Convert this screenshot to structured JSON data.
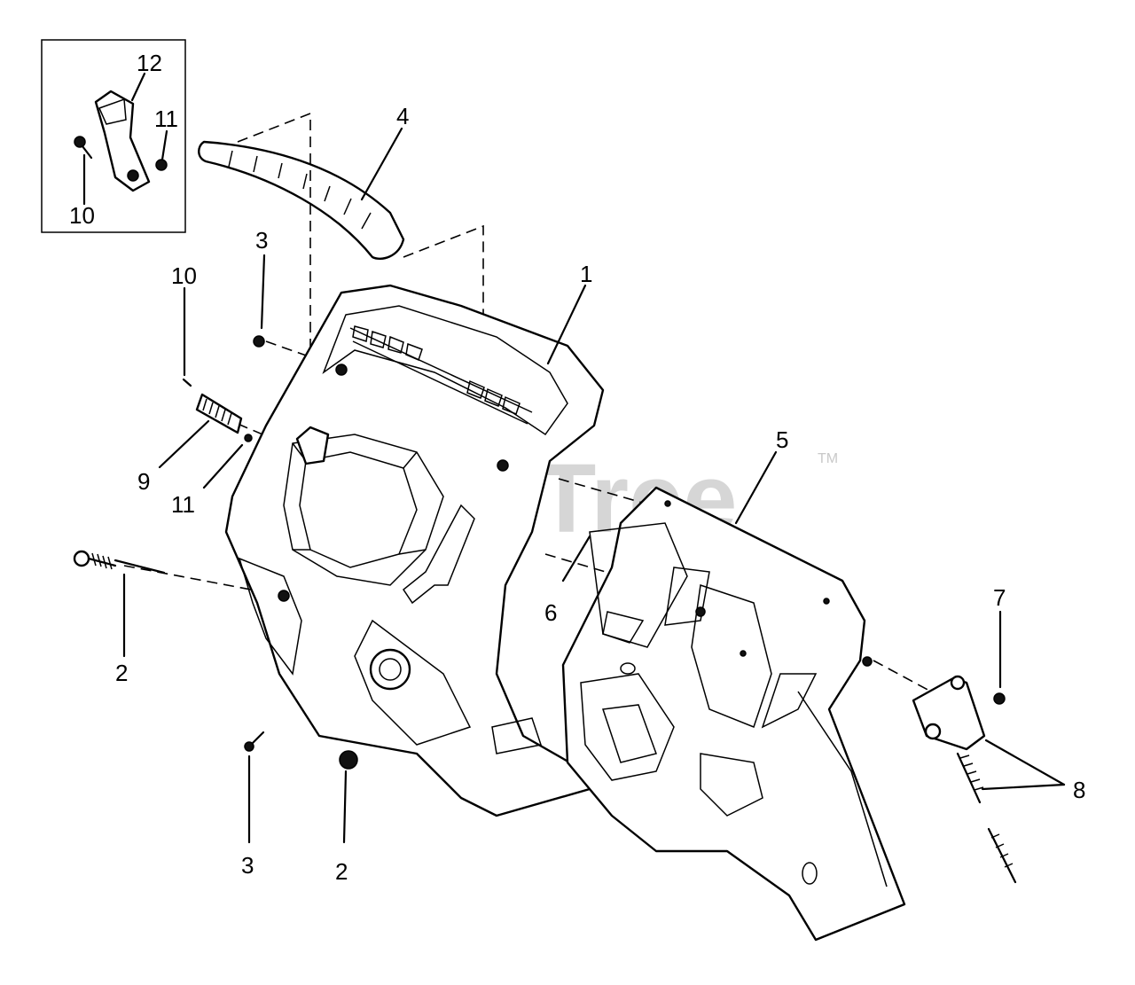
{
  "watermark": {
    "text": "PartsTree",
    "trademark": "TM"
  },
  "callouts": {
    "c1": "1",
    "c2a": "2",
    "c2b": "2",
    "c3a": "3",
    "c3b": "3",
    "c4": "4",
    "c5": "5",
    "c6": "6",
    "c7": "7",
    "c8": "8",
    "c9": "9",
    "c10a": "10",
    "c10b": "10",
    "c11a": "11",
    "c11b": "11",
    "c12": "12"
  }
}
